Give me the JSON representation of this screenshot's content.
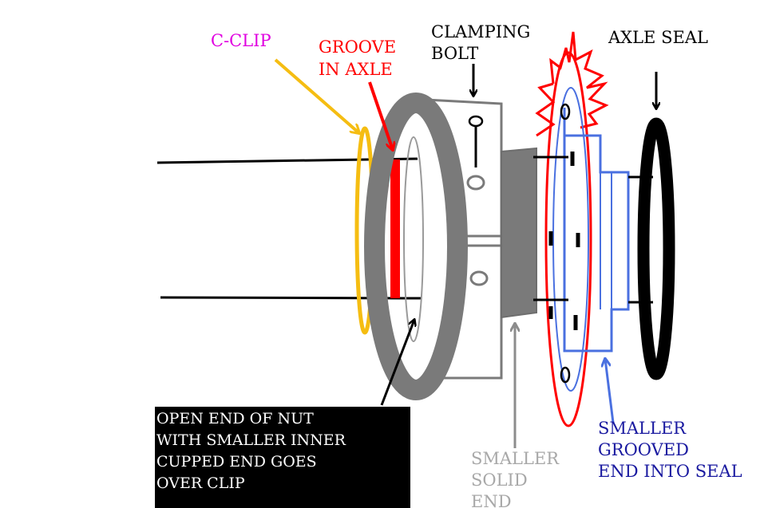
{
  "labels": {
    "c_clip": {
      "text": "C-CLIP",
      "color": "#e000e0"
    },
    "groove": {
      "lines": [
        "GROOVE",
        "IN AXLE"
      ],
      "color": "#ff0000"
    },
    "clamping": {
      "lines": [
        "CLAMPING",
        "BOLT"
      ],
      "color": "#000000"
    },
    "axle_seal": {
      "text": "AXLE SEAL",
      "color": "#000000"
    },
    "open_end": {
      "lines": [
        "OPEN END OF NUT",
        "WITH SMALLER INNER",
        "CUPPED END GOES",
        "OVER CLIP"
      ]
    },
    "smaller_solid": {
      "lines": [
        "SMALLER",
        "SOLID",
        "END"
      ],
      "color": "#a8a8a8"
    },
    "smaller_grooved": {
      "lines": [
        "SMALLER",
        "GROOVED",
        "END INTO SEAL"
      ],
      "color": "#1a1aa0"
    }
  },
  "colors": {
    "clip": "#f5bd12",
    "groove": "#ff0000",
    "nut": "#7a7a7a",
    "gear": "#ff0000",
    "blue_part": "#4a70e0",
    "seal": "#000000",
    "solid_end_arrow": "#8c8c8c"
  }
}
